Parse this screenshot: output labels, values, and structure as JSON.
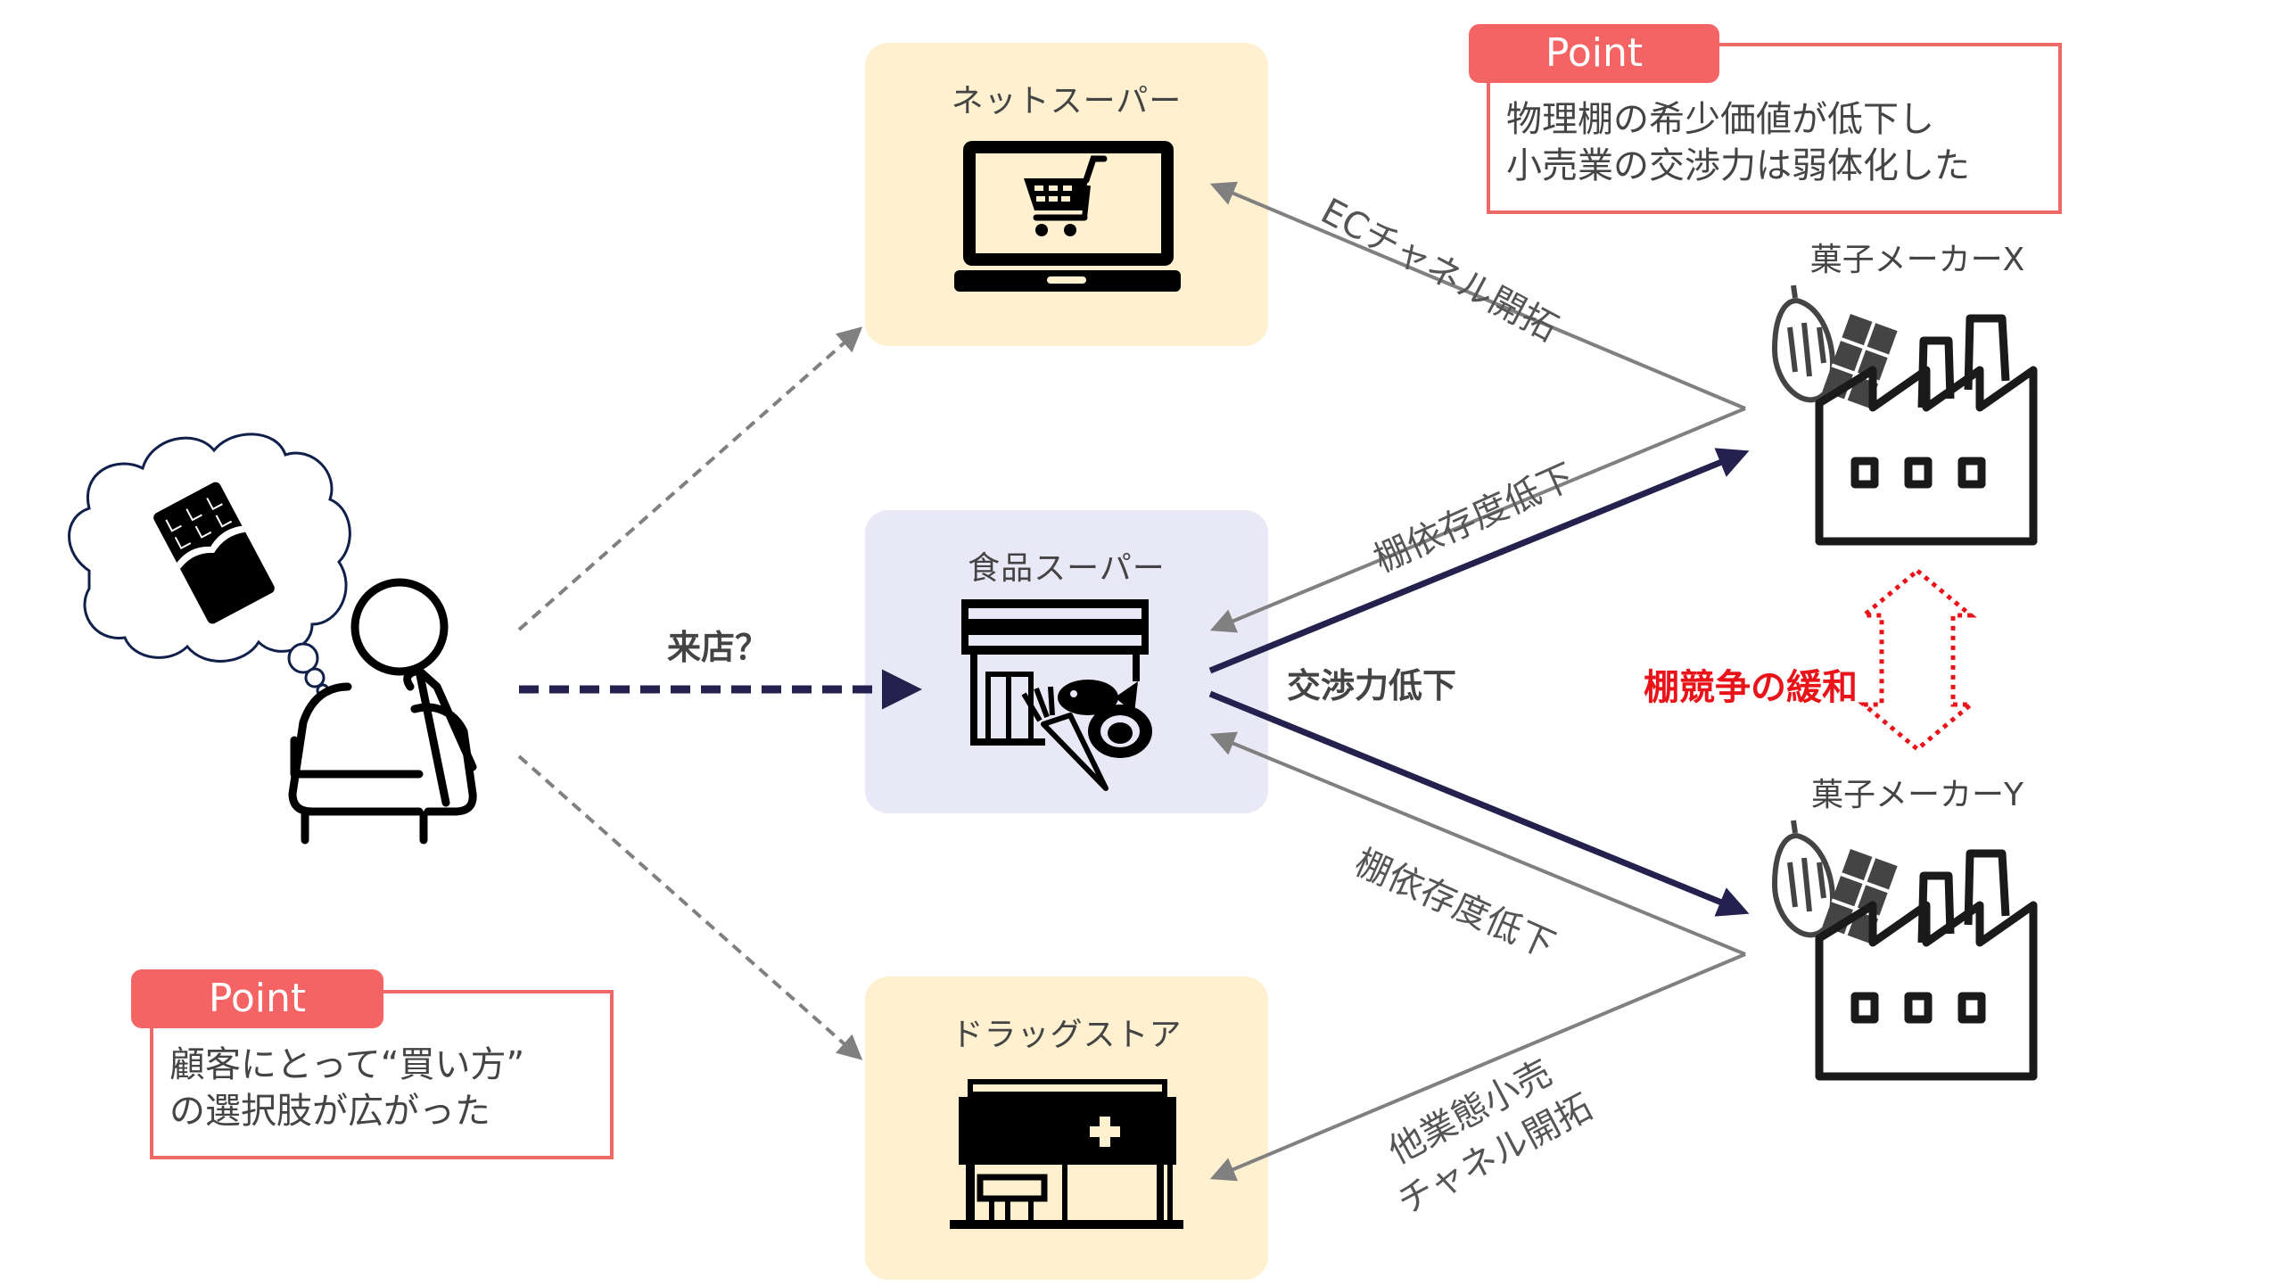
{
  "stores": {
    "net_super": {
      "label": "ネットスーパー",
      "icon": "laptop-cart-icon"
    },
    "food_super": {
      "label": "食品スーパー",
      "icon": "grocery-store-icon"
    },
    "drug_store": {
      "label": "ドラッグストア",
      "icon": "pharmacy-store-icon"
    }
  },
  "makers": {
    "x": {
      "label": "菓子メーカーX",
      "icon": "chocolate-factory-icon"
    },
    "y": {
      "label": "菓子メーカーY",
      "icon": "chocolate-factory-icon"
    }
  },
  "consumer": {
    "icon": "thinking-person-icon",
    "thought_icon": "chocolate-bar-icon"
  },
  "edges": {
    "visit_label": "来店？",
    "ec_channel": "ECチャネル開拓",
    "shelf_dependency_upper": "棚依存度低下",
    "shelf_dependency_lower": "棚依存度低下",
    "negotiation_power": "交渉力低下",
    "other_retail_line1": "他業態小売",
    "other_retail_line2": "チャネル開拓",
    "shelf_competition": "棚競争の緩和"
  },
  "points": {
    "top_right": {
      "tab": "Point",
      "line1": "物理棚の希少価値が低下し",
      "line2": "小売業の交渉力は弱体化した"
    },
    "bottom_left": {
      "tab": "Point",
      "line1": "顧客にとって“買い方”",
      "line2": "の選択肢が広がった"
    }
  },
  "colors": {
    "accent_red": "#f46464",
    "navy": "#24214f",
    "arrow_gray": "#808080",
    "highlight_red": "#e8141a",
    "store_yellow": "#fff1cf",
    "store_lavender": "#e9e8f7"
  }
}
